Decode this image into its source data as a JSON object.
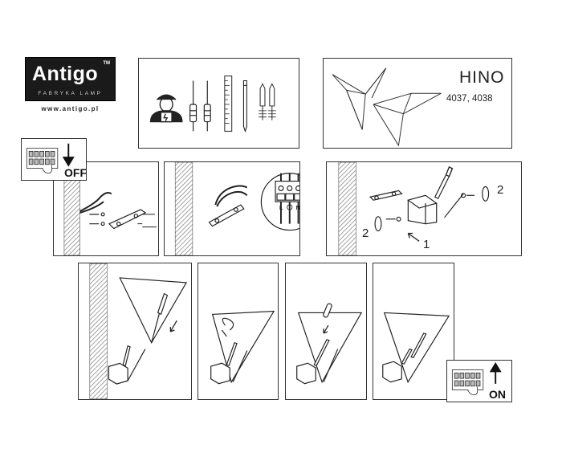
{
  "brand": {
    "name": "Antigo",
    "trademark": "TM",
    "tagline": "FABRYKA LAMP",
    "url": "www.antigo.pl"
  },
  "product": {
    "name": "HINO",
    "codes": "4037, 4038"
  },
  "switch": {
    "off_label": "OFF",
    "on_label": "ON"
  },
  "terminal_labels": [
    "L",
    "N"
  ],
  "step_numbers": {
    "bracket": "1",
    "screw_left": "2",
    "screw_right": "2"
  },
  "colors": {
    "line": "#333333",
    "hatch": "#8a8a8a",
    "logo_bg": "#1a1a1a"
  }
}
